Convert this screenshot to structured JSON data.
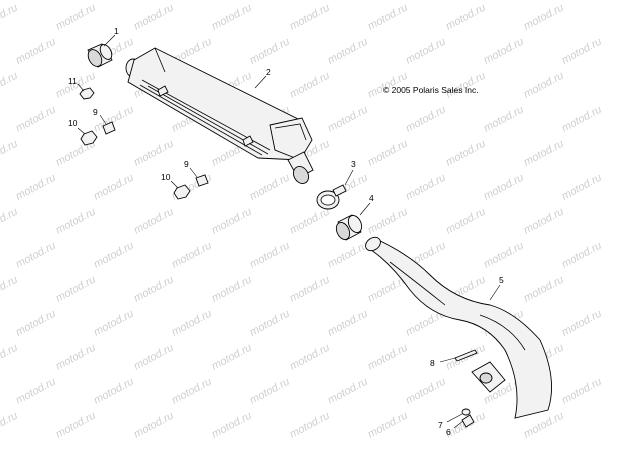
{
  "copyright": "© 2005 Polaris Sales Inc.",
  "watermark": "motod.ru",
  "callouts": [
    {
      "id": "1",
      "label": "1"
    },
    {
      "id": "2",
      "label": "2"
    },
    {
      "id": "3",
      "label": "3"
    },
    {
      "id": "4",
      "label": "4"
    },
    {
      "id": "5",
      "label": "5"
    },
    {
      "id": "6",
      "label": "6"
    },
    {
      "id": "7",
      "label": "7"
    },
    {
      "id": "8",
      "label": "8"
    },
    {
      "id": "9a",
      "label": "9"
    },
    {
      "id": "9b",
      "label": "9"
    },
    {
      "id": "10a",
      "label": "10"
    },
    {
      "id": "10b",
      "label": "10"
    },
    {
      "id": "11",
      "label": "11"
    }
  ]
}
